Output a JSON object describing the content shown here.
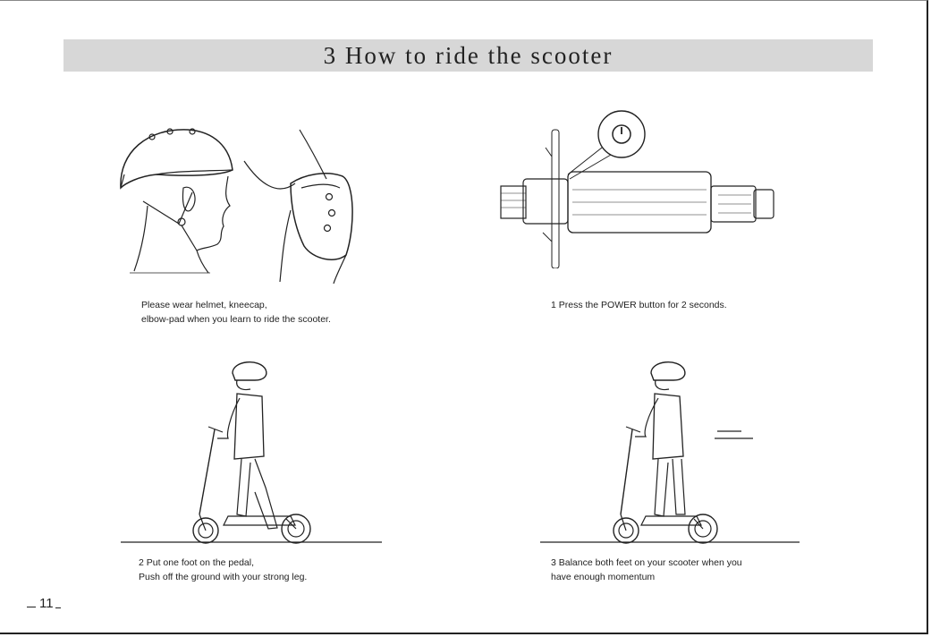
{
  "page": {
    "title": "3 How to ride the scooter",
    "page_number": "11"
  },
  "panels": [
    {
      "id": "safety-gear",
      "lines": [
        "Please wear helmet, kneecap,",
        "elbow-pad when you learn to ride the scooter."
      ]
    },
    {
      "id": "power-on",
      "lines": [
        "1 Press the POWER button for 2 seconds."
      ]
    },
    {
      "id": "push-off",
      "lines": [
        "2 Put one foot on the pedal,",
        "Push off the ground with your strong leg."
      ]
    },
    {
      "id": "balance",
      "lines": [
        "3 Balance both feet on your scooter when you",
        "have enough momentum"
      ]
    }
  ]
}
